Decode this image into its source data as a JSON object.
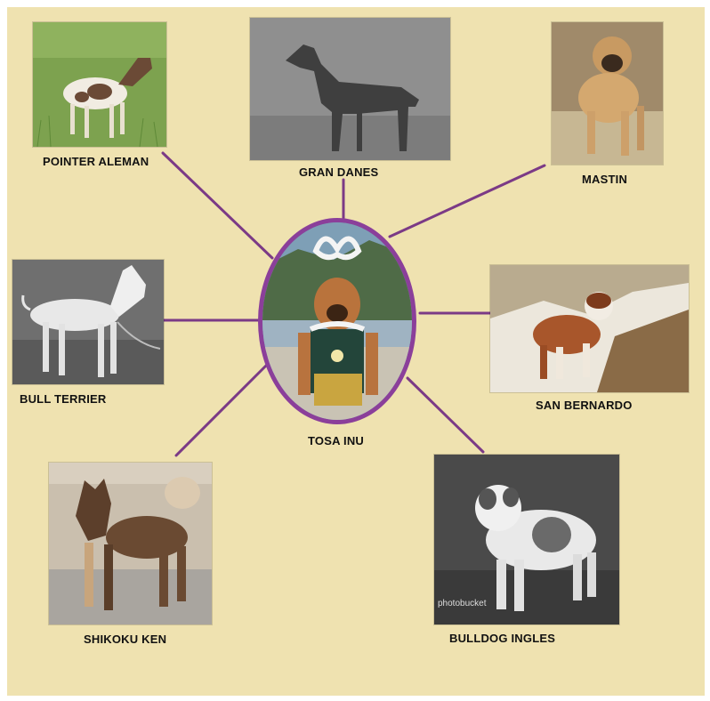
{
  "title": "",
  "center": {
    "name": "TOSA INU"
  },
  "breeds": [
    {
      "name": "POINTER ALEMAN"
    },
    {
      "name": "GRAN DANES"
    },
    {
      "name": "MASTIN"
    },
    {
      "name": "BULL TERRIER"
    },
    {
      "name": "SAN BERNARDO"
    },
    {
      "name": "SHIKOKU KEN"
    },
    {
      "name": "BULLDOG INGLES"
    }
  ],
  "watermark": "photobucket",
  "colors": {
    "background": "#efe2b0",
    "connector": "#7b3a86",
    "oval_border": "#8b3f9a"
  }
}
